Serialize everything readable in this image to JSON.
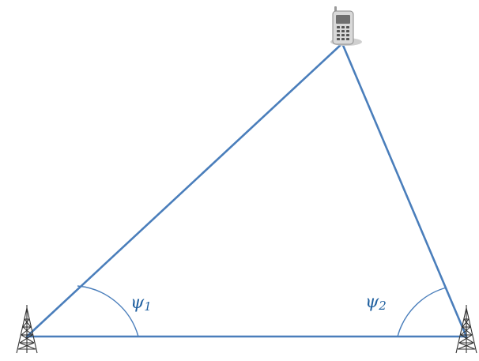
{
  "colors": {
    "edge": "#4a7ebb",
    "arc": "#4a7ebb",
    "label": "#1f5f9f",
    "tower": "#333333",
    "phone_body": "#d9d9d9",
    "phone_screen": "#6f6f6f",
    "phone_shadow": "#cfcfcf"
  },
  "icons": {
    "base_station_left": "cell-tower-icon",
    "base_station_right": "cell-tower-icon",
    "mobile": "mobile-phone-icon"
  },
  "angles": [
    {
      "symbol": "ψ",
      "subscript": "1"
    },
    {
      "symbol": "ψ",
      "subscript": "2"
    }
  ]
}
